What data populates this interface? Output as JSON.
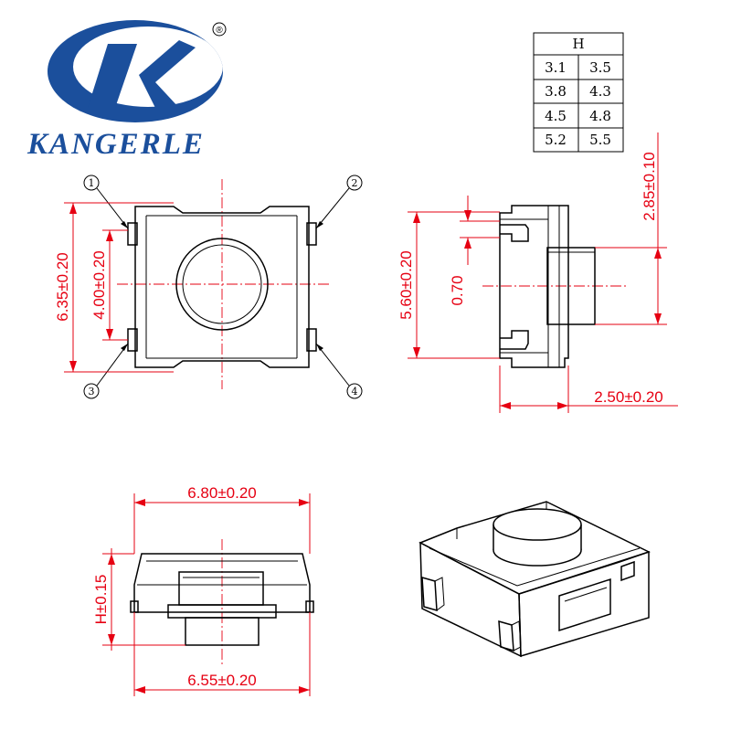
{
  "brand": {
    "name": "KANGERLE",
    "registered_mark": "®",
    "colors": {
      "primary": "#1b4f9c",
      "dimension": "#e60012",
      "outline": "#000000"
    }
  },
  "h_table": {
    "header": "H",
    "rows": [
      [
        "3.1",
        "3.5"
      ],
      [
        "3.8",
        "4.3"
      ],
      [
        "4.5",
        "4.8"
      ],
      [
        "5.2",
        "5.5"
      ]
    ]
  },
  "top_view": {
    "pin_labels": [
      "1",
      "2",
      "3",
      "4"
    ],
    "dim_height": "6.35±0.20",
    "dim_pitch": "4.00±0.20"
  },
  "side_view": {
    "dim_height": "5.60±0.20",
    "dim_pin": "0.70",
    "dim_actuator": "2.85±0.10",
    "dim_width": "2.50±0.20"
  },
  "front_view": {
    "dim_top_width": "6.80±0.20",
    "dim_height": "H±0.15",
    "dim_bottom_width": "6.55±0.20"
  }
}
